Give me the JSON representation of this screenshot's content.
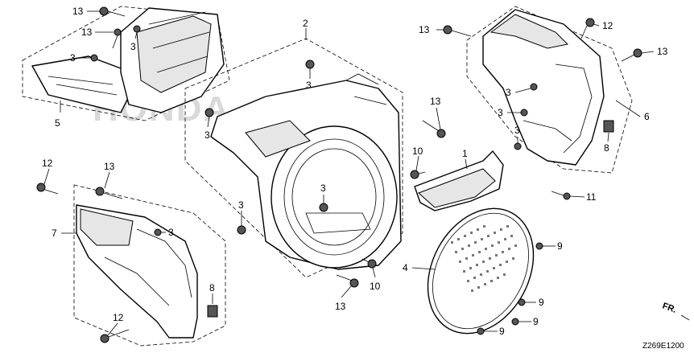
{
  "diagram": {
    "drawing_code": "Z269E1200",
    "direction_mark": "FR.",
    "watermark": "HONDA",
    "callouts": [
      {
        "key": "c13a",
        "label": "13"
      },
      {
        "key": "c13b",
        "label": "13"
      },
      {
        "key": "c3a",
        "label": "3"
      },
      {
        "key": "c3b",
        "label": "3"
      },
      {
        "key": "c5",
        "label": "5"
      },
      {
        "key": "c2",
        "label": "2"
      },
      {
        "key": "c3c",
        "label": "3"
      },
      {
        "key": "c3d",
        "label": "3"
      },
      {
        "key": "c13c",
        "label": "13"
      },
      {
        "key": "c10a",
        "label": "10"
      },
      {
        "key": "c3e",
        "label": "3"
      },
      {
        "key": "c3f",
        "label": "3"
      },
      {
        "key": "c10b",
        "label": "10"
      },
      {
        "key": "c13d",
        "label": "13"
      },
      {
        "key": "c13e",
        "label": "13"
      },
      {
        "key": "c12a",
        "label": "12"
      },
      {
        "key": "c13f",
        "label": "13"
      },
      {
        "key": "c3g",
        "label": "3"
      },
      {
        "key": "c3h",
        "label": "3"
      },
      {
        "key": "c3i",
        "label": "3"
      },
      {
        "key": "c6",
        "label": "6"
      },
      {
        "key": "c8a",
        "label": "8"
      },
      {
        "key": "c1",
        "label": "1"
      },
      {
        "key": "c11",
        "label": "11"
      },
      {
        "key": "c12b",
        "label": "12"
      },
      {
        "key": "c13g",
        "label": "13"
      },
      {
        "key": "c7",
        "label": "7"
      },
      {
        "key": "c3j",
        "label": "3"
      },
      {
        "key": "c8b",
        "label": "8"
      },
      {
        "key": "c12c",
        "label": "12"
      },
      {
        "key": "c4",
        "label": "4"
      },
      {
        "key": "c9a",
        "label": "9"
      },
      {
        "key": "c9b",
        "label": "9"
      },
      {
        "key": "c9c",
        "label": "9"
      },
      {
        "key": "c9d",
        "label": "9"
      }
    ]
  }
}
